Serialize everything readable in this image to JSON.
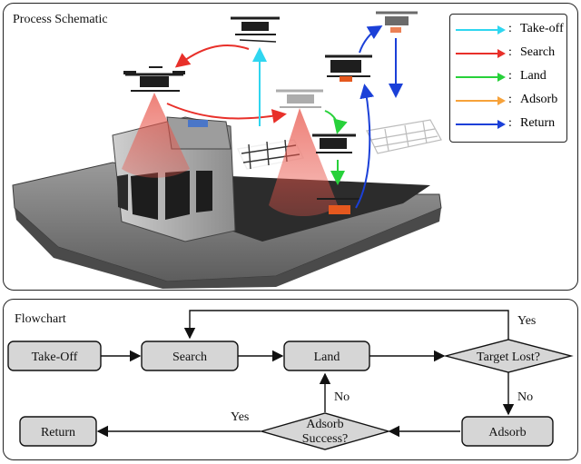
{
  "top_panel": {
    "title": "Process Schematic"
  },
  "legend": {
    "items": [
      {
        "label": "Take-off",
        "color": "#2fd6f0"
      },
      {
        "label": "Search",
        "color": "#e8302a"
      },
      {
        "label": "Land",
        "color": "#27d13a"
      },
      {
        "label": "Adsorb",
        "color": "#f7a23a"
      },
      {
        "label": "Return",
        "color": "#1b40d8"
      }
    ],
    "separator": ":"
  },
  "bottom_panel": {
    "title": "Flowchart"
  },
  "flowchart": {
    "takeoff": "Take-Off",
    "search": "Search",
    "land": "Land",
    "target_lost": "Target Lost?",
    "adsorb": "Adsorb",
    "adsorb_success_line1": "Adsorb",
    "adsorb_success_line2": "Success?",
    "return": "Return",
    "yes_top": "Yes",
    "no_right": "No",
    "no_left": "No",
    "yes_bottom": "Yes",
    "box_fill": "#d6d6d6"
  }
}
